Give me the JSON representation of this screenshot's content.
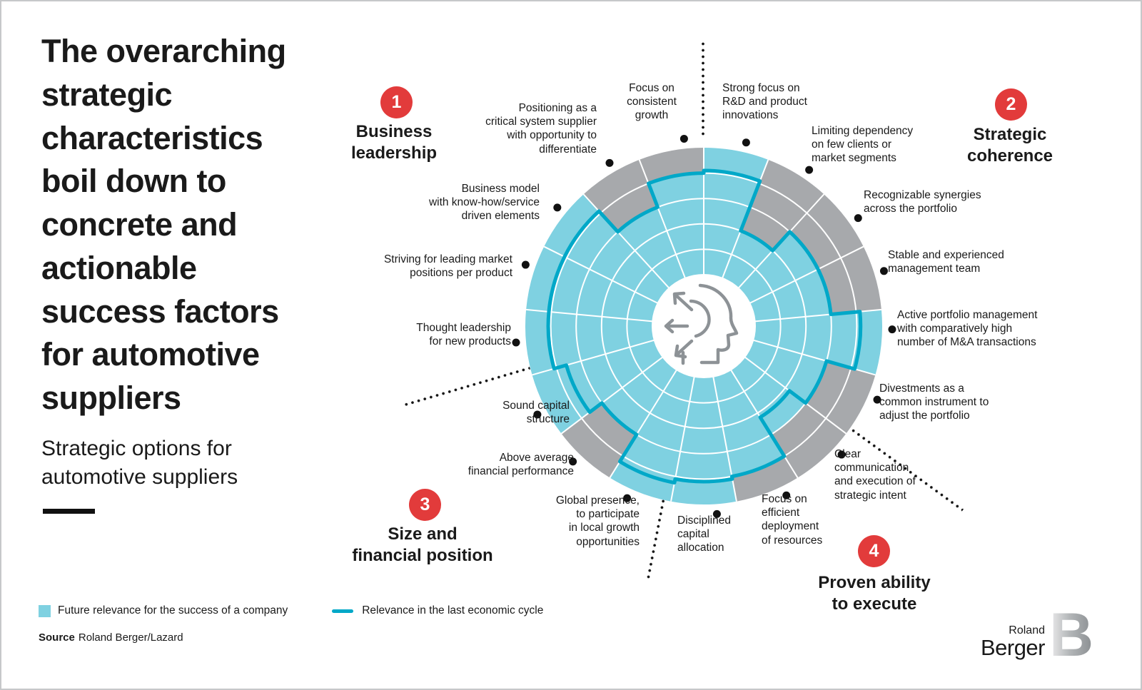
{
  "header": {
    "title": "The overarching\nstrategic\ncharacteristics\nboil down to\nconcrete and\nactionable\nsuccess factors\nfor automotive\nsuppliers",
    "subtitle": "Strategic options for\nautomotive suppliers"
  },
  "colors": {
    "future_fill": "#7fd1e1",
    "cycle_line": "#00a8c8",
    "gray_fill": "#a7a9ac",
    "accent_red": "#e23b3b",
    "text": "#1a1a1a",
    "dot_black": "#111111",
    "icon_gray": "#8d9296"
  },
  "legend": {
    "items": [
      {
        "swatch": "square-icon",
        "label": "Future relevance for the success of a company"
      },
      {
        "swatch": "line-icon",
        "label": "Relevance in the last economic cycle"
      }
    ]
  },
  "source": {
    "label": "Source",
    "value": "Roland Berger/Lazard"
  },
  "logo": {
    "line1": "Roland",
    "line2": "Berger",
    "mark": "B"
  },
  "quadrants": [
    {
      "num": "1",
      "title": "Business\nleadership"
    },
    {
      "num": "2",
      "title": "Strategic\ncoherence"
    },
    {
      "num": "3",
      "title": "Size and\nfinancial position"
    },
    {
      "num": "4",
      "title": "Proven ability\nto execute"
    }
  ],
  "chart_data": {
    "type": "polar-sector (radial stair chart)",
    "rings": 5,
    "scale": "relevance from 0 (center) to 5 (outer edge); teal wedge height = future relevance, stepped teal line = relevance in the last economic cycle, gray = remainder",
    "grid": true,
    "legend_position": "bottom-left",
    "center_icon": "head-with-arrows-icon",
    "sectors": [
      {
        "label": "Strong focus on\nR&D and product\ninnovations",
        "quadrant": 2,
        "future_relevance": 5,
        "cycle_relevance": 4.1,
        "dot_angle": 13,
        "label_pos": [
          1010,
          112,
          "left"
        ]
      },
      {
        "label": "Limiting dependency\non few clients or\nmarket segments",
        "quadrant": 2,
        "future_relevance": 2,
        "cycle_relevance": 2.0,
        "dot_angle": 34,
        "label_pos": [
          1135,
          172,
          "left"
        ]
      },
      {
        "label": "Recognizable synergies\nacross the portfolio",
        "quadrant": 2,
        "future_relevance": 3,
        "cycle_relevance": 3.0,
        "dot_angle": 55,
        "label_pos": [
          1208,
          262,
          "left"
        ]
      },
      {
        "label": "Stable and experienced\nmanagement team",
        "quadrant": 2,
        "future_relevance": 3,
        "cycle_relevance": 3.0,
        "dot_angle": 73,
        "label_pos": [
          1242,
          346,
          "left"
        ]
      },
      {
        "label": "Active portfolio management\nwith comparatively high\nnumber of M&A transactions",
        "quadrant": 2,
        "future_relevance": 5,
        "cycle_relevance": 4.15,
        "dot_angle": 91,
        "label_pos": [
          1255,
          430,
          "left"
        ]
      },
      {
        "label": "Divestments as a\ncommon instrument to\nadjust the portfolio",
        "quadrant": 2,
        "future_relevance": 3,
        "cycle_relevance": 3.0,
        "dot_angle": 113,
        "label_pos": [
          1230,
          533,
          "left"
        ]
      },
      {
        "label": "Clear\ncommunication\nand execution of\nstrategic intent",
        "quadrant": 4,
        "future_relevance": 3,
        "cycle_relevance": 2.2,
        "dot_angle": 133,
        "label_pos": [
          1167,
          625,
          "left"
        ]
      },
      {
        "label": "Focus on\nefficient\ndeployment\nof resources",
        "quadrant": 4,
        "future_relevance": 4,
        "cycle_relevance": 4.0,
        "dot_angle": 154,
        "label_pos": [
          1065,
          688,
          "left"
        ]
      },
      {
        "label": "Disciplined\ncapital\nallocation",
        "quadrant": 4,
        "future_relevance": 5,
        "cycle_relevance": 4.1,
        "dot_angle": 176,
        "label_pos": [
          947,
          718,
          "left"
        ]
      },
      {
        "label": "Global presence,\nto participate\nin local growth\nopportunities",
        "quadrant": 3,
        "future_relevance": 5,
        "cycle_relevance": 4.25,
        "dot_angle": 204,
        "label_pos": [
          898,
          690,
          "right"
        ]
      },
      {
        "label": "Above average\nfinancial performance",
        "quadrant": 3,
        "future_relevance": 3,
        "cycle_relevance": 3.0,
        "dot_angle": 224,
        "label_pos": [
          806,
          630,
          "right"
        ]
      },
      {
        "label": "Sound capital\nstructure",
        "quadrant": 3,
        "future_relevance": 5,
        "cycle_relevance": 3.6,
        "dot_angle": 242,
        "label_pos": [
          800,
          557,
          "right"
        ]
      },
      {
        "label": "Thought leadership\nfor new products",
        "quadrant": 1,
        "future_relevance": 5,
        "cycle_relevance": 4.1,
        "dot_angle": 265,
        "label_pos": [
          718,
          448,
          "right"
        ]
      },
      {
        "label": "Striving for leading market\npositions per product",
        "quadrant": 1,
        "future_relevance": 5,
        "cycle_relevance": 4.1,
        "dot_angle": 289,
        "label_pos": [
          720,
          352,
          "right"
        ]
      },
      {
        "label": "Business model\nwith know-how/service\ndriven elements",
        "quadrant": 1,
        "future_relevance": 5,
        "cycle_relevance": 4.1,
        "dot_angle": 309,
        "label_pos": [
          758,
          253,
          "right"
        ]
      },
      {
        "label": "Positioning as a\ncritical system supplier\nwith opportunity to\ndifferentiate",
        "quadrant": 1,
        "future_relevance": 3,
        "cycle_relevance": 3.0,
        "dot_angle": 330,
        "label_pos": [
          838,
          140,
          "right"
        ]
      },
      {
        "label": "Focus on\nconsistent\ngrowth",
        "quadrant": 1,
        "future_relevance": 4,
        "cycle_relevance": 4.0,
        "dot_angle": 354,
        "label_pos": [
          911,
          112,
          "center"
        ]
      }
    ]
  }
}
